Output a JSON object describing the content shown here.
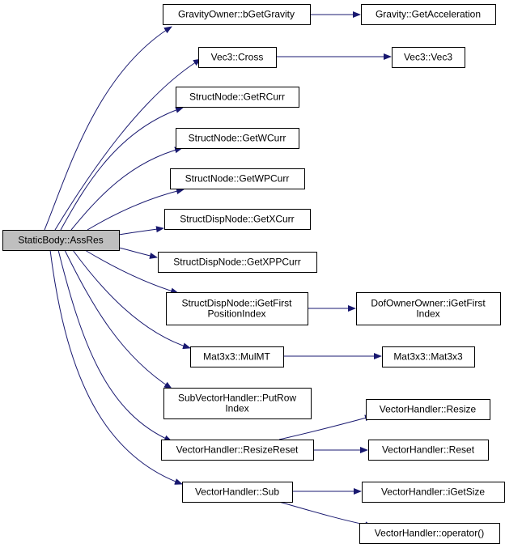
{
  "colors": {
    "edge": "#191970",
    "node_border": "#000000",
    "node_fill": "#ffffff",
    "root_fill": "#bfbfbf",
    "text": "#000000"
  },
  "nodes": [
    {
      "id": "root",
      "lines": [
        "StaticBody::AssRes"
      ],
      "root": true
    },
    {
      "id": "n1",
      "lines": [
        "GravityOwner::bGetGravity"
      ]
    },
    {
      "id": "n2",
      "lines": [
        "Gravity::GetAcceleration"
      ]
    },
    {
      "id": "n3",
      "lines": [
        "Vec3::Cross"
      ]
    },
    {
      "id": "n4",
      "lines": [
        "Vec3::Vec3"
      ]
    },
    {
      "id": "n5",
      "lines": [
        "StructNode::GetRCurr"
      ]
    },
    {
      "id": "n6",
      "lines": [
        "StructNode::GetWCurr"
      ]
    },
    {
      "id": "n7",
      "lines": [
        "StructNode::GetWPCurr"
      ]
    },
    {
      "id": "n8",
      "lines": [
        "StructDispNode::GetXCurr"
      ]
    },
    {
      "id": "n9",
      "lines": [
        "StructDispNode::GetXPPCurr"
      ]
    },
    {
      "id": "n10",
      "lines": [
        "StructDispNode::iGetFirst",
        "PositionIndex"
      ]
    },
    {
      "id": "n11",
      "lines": [
        "DofOwnerOwner::iGetFirst",
        "Index"
      ]
    },
    {
      "id": "n12",
      "lines": [
        "Mat3x3::MulMT"
      ]
    },
    {
      "id": "n13",
      "lines": [
        "Mat3x3::Mat3x3"
      ]
    },
    {
      "id": "n14",
      "lines": [
        "SubVectorHandler::PutRow",
        "Index"
      ]
    },
    {
      "id": "n15",
      "lines": [
        "VectorHandler::Resize"
      ]
    },
    {
      "id": "n16",
      "lines": [
        "VectorHandler::ResizeReset"
      ]
    },
    {
      "id": "n17",
      "lines": [
        "VectorHandler::Reset"
      ]
    },
    {
      "id": "n18",
      "lines": [
        "VectorHandler::Sub"
      ]
    },
    {
      "id": "n19",
      "lines": [
        "VectorHandler::iGetSize"
      ]
    },
    {
      "id": "n20",
      "lines": [
        "VectorHandler::operator()"
      ]
    }
  ],
  "edges": [
    {
      "from": "root",
      "to": "n1"
    },
    {
      "from": "root",
      "to": "n3"
    },
    {
      "from": "root",
      "to": "n5"
    },
    {
      "from": "root",
      "to": "n6"
    },
    {
      "from": "root",
      "to": "n7"
    },
    {
      "from": "root",
      "to": "n8"
    },
    {
      "from": "root",
      "to": "n9"
    },
    {
      "from": "root",
      "to": "n10"
    },
    {
      "from": "root",
      "to": "n12"
    },
    {
      "from": "root",
      "to": "n14"
    },
    {
      "from": "root",
      "to": "n16"
    },
    {
      "from": "root",
      "to": "n18"
    },
    {
      "from": "n1",
      "to": "n2"
    },
    {
      "from": "n3",
      "to": "n4"
    },
    {
      "from": "n10",
      "to": "n11"
    },
    {
      "from": "n12",
      "to": "n13"
    },
    {
      "from": "n16",
      "to": "n15"
    },
    {
      "from": "n16",
      "to": "n17"
    },
    {
      "from": "n18",
      "to": "n19"
    },
    {
      "from": "n18",
      "to": "n20"
    }
  ]
}
